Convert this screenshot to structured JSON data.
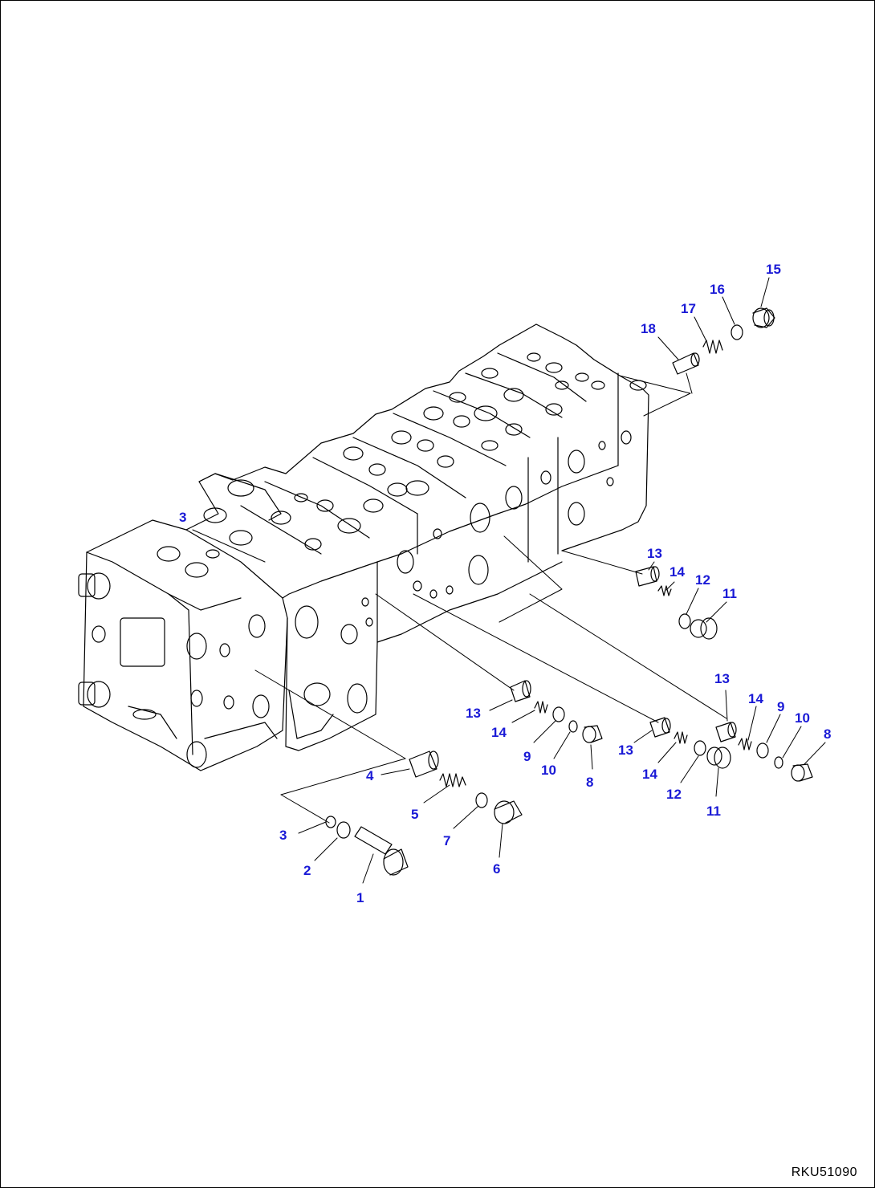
{
  "colors": {
    "callout": "#1a1ad6",
    "line": "#000000",
    "background": "#ffffff"
  },
  "callouts": [
    {
      "id": "c15",
      "text": "15"
    },
    {
      "id": "c16",
      "text": "16"
    },
    {
      "id": "c17",
      "text": "17"
    },
    {
      "id": "c18",
      "text": "18"
    },
    {
      "id": "c3top",
      "text": "3"
    },
    {
      "id": "c13a",
      "text": "13"
    },
    {
      "id": "c14a",
      "text": "14"
    },
    {
      "id": "c12a",
      "text": "12"
    },
    {
      "id": "c11a",
      "text": "11"
    },
    {
      "id": "c13b",
      "text": "13"
    },
    {
      "id": "c14b",
      "text": "14"
    },
    {
      "id": "c9a",
      "text": "9"
    },
    {
      "id": "c10a",
      "text": "10"
    },
    {
      "id": "c8a",
      "text": "8"
    },
    {
      "id": "c13c",
      "text": "13"
    },
    {
      "id": "c14c",
      "text": "14"
    },
    {
      "id": "c12b",
      "text": "12"
    },
    {
      "id": "c11b",
      "text": "11"
    },
    {
      "id": "c13d",
      "text": "13"
    },
    {
      "id": "c14d",
      "text": "14"
    },
    {
      "id": "c9b",
      "text": "9"
    },
    {
      "id": "c10b",
      "text": "10"
    },
    {
      "id": "c8b",
      "text": "8"
    },
    {
      "id": "c4",
      "text": "4"
    },
    {
      "id": "c5",
      "text": "5"
    },
    {
      "id": "c7",
      "text": "7"
    },
    {
      "id": "c6",
      "text": "6"
    },
    {
      "id": "c3",
      "text": "3"
    },
    {
      "id": "c2",
      "text": "2"
    },
    {
      "id": "c1",
      "text": "1"
    }
  ],
  "drawing_code": "RKU51090"
}
